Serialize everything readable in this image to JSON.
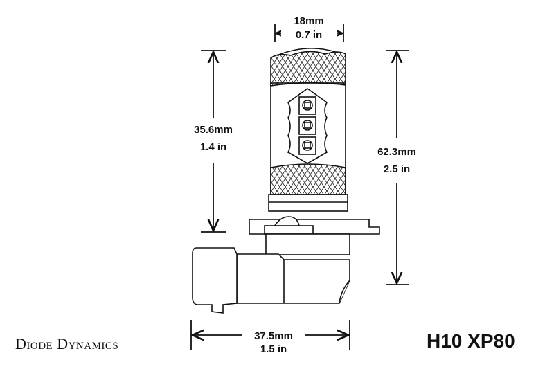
{
  "brand": "Diode Dynamics",
  "model": "H10 XP80",
  "dimensions": {
    "top_width": {
      "mm": "18mm",
      "in": "0.7 in"
    },
    "body_height": {
      "mm": "35.6mm",
      "in": "1.4 in"
    },
    "overall_height": {
      "mm": "62.3mm",
      "in": "2.5 in"
    },
    "base_width": {
      "mm": "37.5mm",
      "in": "1.5 in"
    }
  }
}
